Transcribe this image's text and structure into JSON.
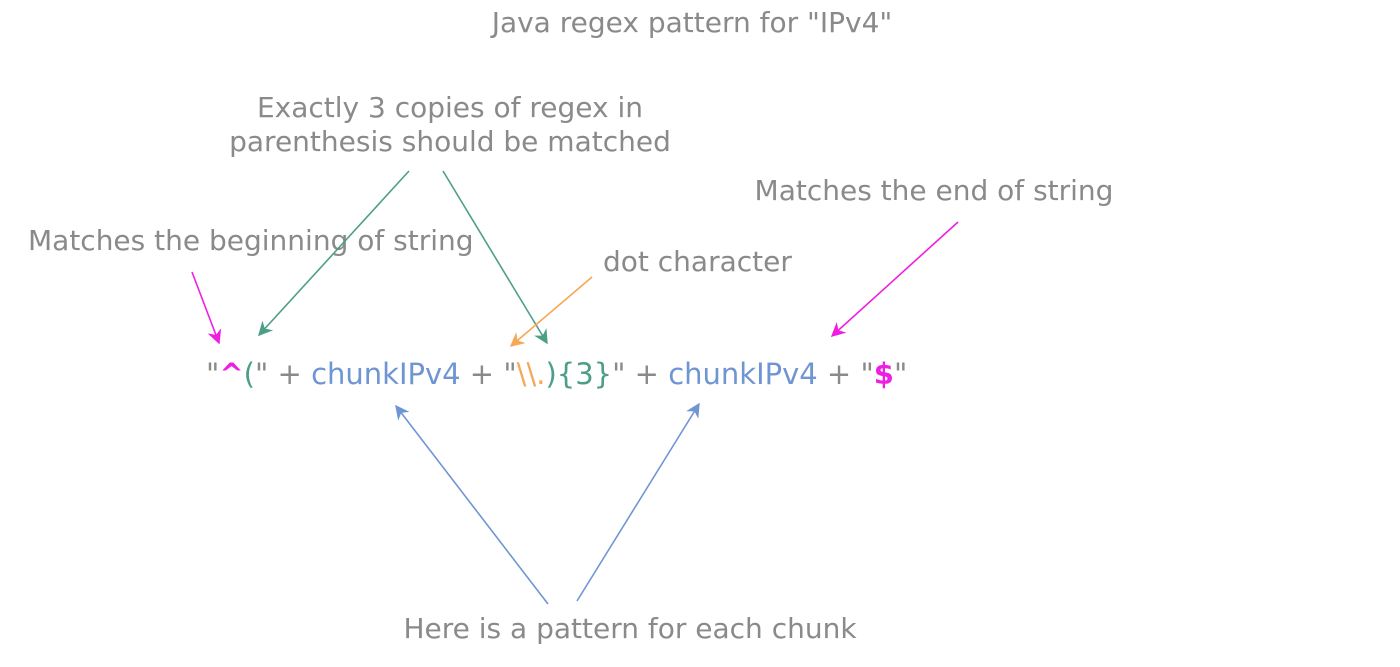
{
  "title": "Java regex pattern for \"IPv4\"",
  "annotations": {
    "copies_line1": "Exactly 3 copies of regex in",
    "copies_line2": "parenthesis should be matched",
    "end_of_string": "Matches the end of string",
    "beginning_of_string": "Matches the beginning of string",
    "dot_character": "dot character",
    "chunk_pattern": "Here is a pattern for each chunk"
  },
  "expression": {
    "segments": [
      {
        "text": "\"",
        "role": "plain"
      },
      {
        "text": "^",
        "role": "anchor-start"
      },
      {
        "text": "(",
        "role": "group"
      },
      {
        "text": "\" + ",
        "role": "plain"
      },
      {
        "text": "chunkIPv4",
        "role": "variable"
      },
      {
        "text": " + \"",
        "role": "plain"
      },
      {
        "text": "\\\\.",
        "role": "dot"
      },
      {
        "text": "){3}",
        "role": "group"
      },
      {
        "text": "\" + ",
        "role": "plain"
      },
      {
        "text": "chunkIPv4",
        "role": "variable"
      },
      {
        "text": " + \"",
        "role": "plain"
      },
      {
        "text": "$",
        "role": "anchor-end"
      },
      {
        "text": "\"",
        "role": "plain"
      }
    ]
  },
  "colors": {
    "text_gray": "#8a8a8a",
    "anchor_pink": "#f01ee0",
    "group_teal": "#4d9e88",
    "variable_blue": "#6f96d3",
    "dot_orange": "#f5a855"
  }
}
